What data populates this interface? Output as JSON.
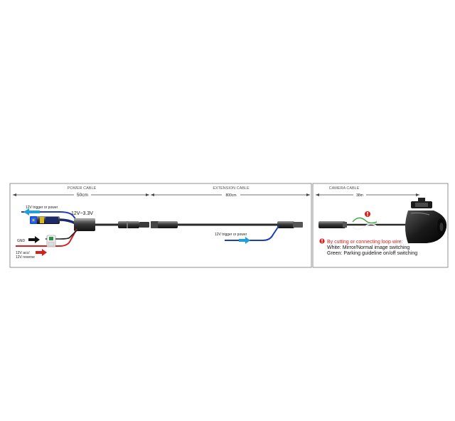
{
  "sections": {
    "power_cable": {
      "title": "POWER CABLE",
      "length": "50cm"
    },
    "extension_cable": {
      "title": "EXTENSION CABLE",
      "length": "800cm"
    },
    "camera_cable": {
      "title": "CAMERA CABLE",
      "length": "38m"
    }
  },
  "labels": {
    "trigger_top": "12V trigger or power",
    "voltage": "12V~3.3V",
    "gnd": "GND",
    "acc": "12V acc/",
    "reverse": "12V reverse",
    "trigger_ext": "12V trigger or power"
  },
  "note": {
    "title": "By cutting or connecting loop wire:",
    "line1": "White: Mirror/Normal image switching",
    "line2": "Green: Parking guideline on/off switching"
  },
  "colors": {
    "red": "#d81e1e",
    "blue": "#1a3fb8",
    "arrow_blue": "#1fa0d8",
    "cable": "#2a2a2a",
    "frame": "#666666"
  },
  "icons": [
    "warning-icon",
    "arrow-left-icon",
    "arrow-right-icon",
    "camera-icon",
    "connector-icon"
  ]
}
